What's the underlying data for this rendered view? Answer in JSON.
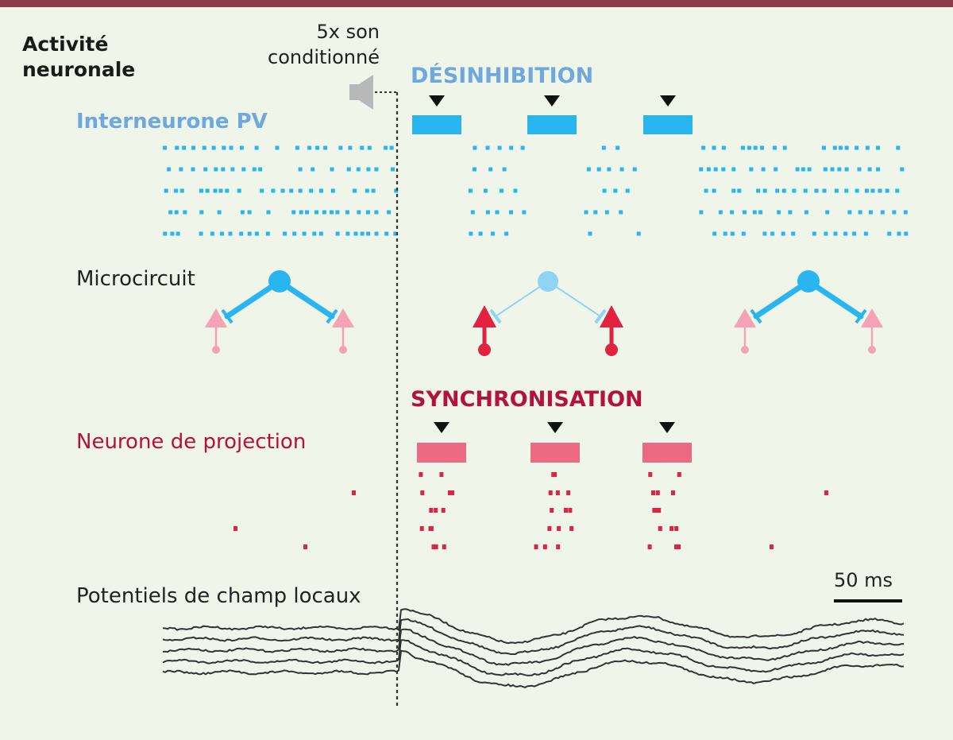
{
  "title": "Activité\nneuronale",
  "sound_label": "5x son\nconditionné",
  "labels": {
    "disinhibition": "DÉSINHIBITION",
    "pv": "Interneurone PV",
    "microcircuit": "Microcircuit",
    "synchronisation": "SYNCHRONISATION",
    "projection": "Neurone de projection",
    "lfp": "Potentiels de champ locaux",
    "scale_bar": "50 ms"
  },
  "colors": {
    "top_bar": "#8a3c48",
    "background": "#f0f5e9",
    "pv_blue": "#29b6f0",
    "pv_label": "#6ea8dd",
    "pv_light": "#8fd3f5",
    "pink": "#f4a3b6",
    "red": "#e2233f",
    "crimson": "#b4123c",
    "proj_block": "#ee6a83",
    "lfp_line": "#333333",
    "speaker": "#b8b8b8"
  },
  "icons": {
    "sound": "speaker-icon",
    "stimulus_marker": "triangle-down-icon"
  }
}
